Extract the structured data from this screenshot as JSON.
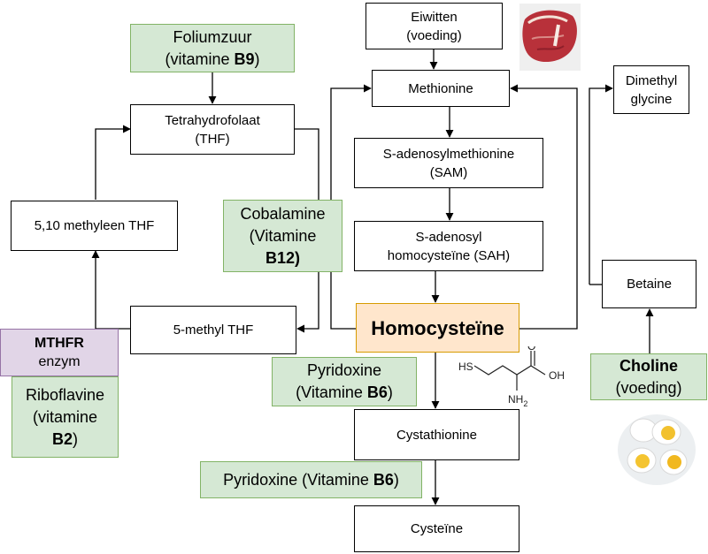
{
  "nodes": {
    "eiwitten": {
      "line1": "Eiwitten",
      "line2": "(voeding)"
    },
    "methionine": {
      "label": "Methionine"
    },
    "dimethylglycine": {
      "line1": "Dimethyl",
      "line2": "glycine"
    },
    "foliumzuur": {
      "line1": "Foliumzuur",
      "line2_text": "(vitamine ",
      "line2_bold": "B9",
      "line2_end": ")"
    },
    "thf": {
      "line1": "Tetrahydrofolaat",
      "line2": "(THF)"
    },
    "sam": {
      "line1": "S-adenosylmethionine",
      "line2": "(SAM)"
    },
    "methyleen_thf": {
      "label": "5,10 methyleen THF"
    },
    "cobalamine": {
      "line1": "Cobalamine",
      "line2": "(Vitamine",
      "line3": "B12)"
    },
    "sah": {
      "line1": "S-adenosyl",
      "line2": "homocysteïne (SAH)"
    },
    "betaine": {
      "label": "Betaine"
    },
    "methyl_thf": {
      "label": "5-methyl THF"
    },
    "homocysteine": {
      "label": "Homocysteïne"
    },
    "mthfr": {
      "line1": "MTHFR",
      "line2": "enzym"
    },
    "riboflavine": {
      "line1": "Riboflavine",
      "line2": "(vitamine",
      "line3_bold": "B2",
      "line3_end": ")"
    },
    "pyridoxine_1": {
      "line1": "Pyridoxine",
      "line2_text": "(Vitamine ",
      "line2_bold": "B6",
      "line2_end": ")"
    },
    "choline": {
      "line1": "Choline",
      "line2": "(voeding)"
    },
    "cystathionine": {
      "label": "Cystathionine"
    },
    "pyridoxine_2": {
      "text": "Pyridoxine (Vitamine ",
      "bold": "B6",
      "end": ")"
    },
    "cysteine": {
      "label": "Cysteïne"
    }
  },
  "structure": {
    "sh_label": "HS",
    "oh_label": "OH",
    "o_label": "O",
    "nh2_label": "NH",
    "nh2_sub": "2"
  },
  "colors": {
    "vitamin_fill": "#d5e8d4",
    "vitamin_border": "#82b366",
    "enzyme_fill": "#e1d5e7",
    "enzyme_border": "#9673a6",
    "highlight_fill": "#ffe6cc",
    "highlight_border": "#d79b00"
  },
  "icons": [
    "steak-image",
    "boiled-eggs-image",
    "homocysteine-structure-diagram"
  ]
}
